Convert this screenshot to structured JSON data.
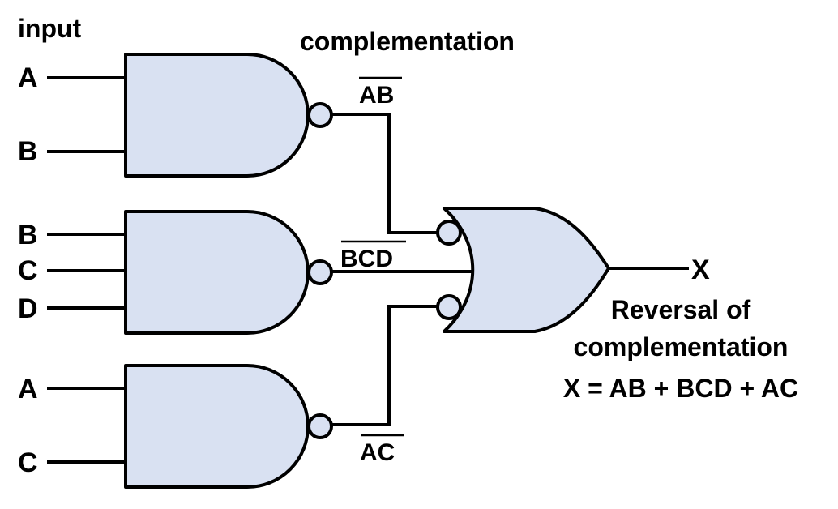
{
  "colors": {
    "gate_fill": "#d9e1f2",
    "stroke": "#000000",
    "background": "#ffffff"
  },
  "labels": {
    "input_title": "input",
    "complementation": "complementation",
    "output": "X",
    "reversal_line1": "Reversal of",
    "reversal_line2": "complementation",
    "equation": "X = AB + BCD + AC"
  },
  "inputs": {
    "gate1": [
      "A",
      "B"
    ],
    "gate2": [
      "B",
      "C",
      "D"
    ],
    "gate3": [
      "A",
      "C"
    ]
  },
  "terms": {
    "gate1": "AB",
    "gate2": "BCD",
    "gate3": "AC"
  },
  "gates": [
    {
      "id": "gate1",
      "type": "NAND",
      "inputs": [
        "A",
        "B"
      ],
      "output": "AB-bar"
    },
    {
      "id": "gate2",
      "type": "NAND",
      "inputs": [
        "B",
        "C",
        "D"
      ],
      "output": "BCD-bar"
    },
    {
      "id": "gate3",
      "type": "NAND",
      "inputs": [
        "A",
        "C"
      ],
      "output": "AC-bar"
    },
    {
      "id": "or-gate",
      "type": "OR with inverted inputs",
      "inputs": [
        "AB-bar",
        "BCD-bar",
        "AC-bar"
      ],
      "output": "X"
    }
  ]
}
